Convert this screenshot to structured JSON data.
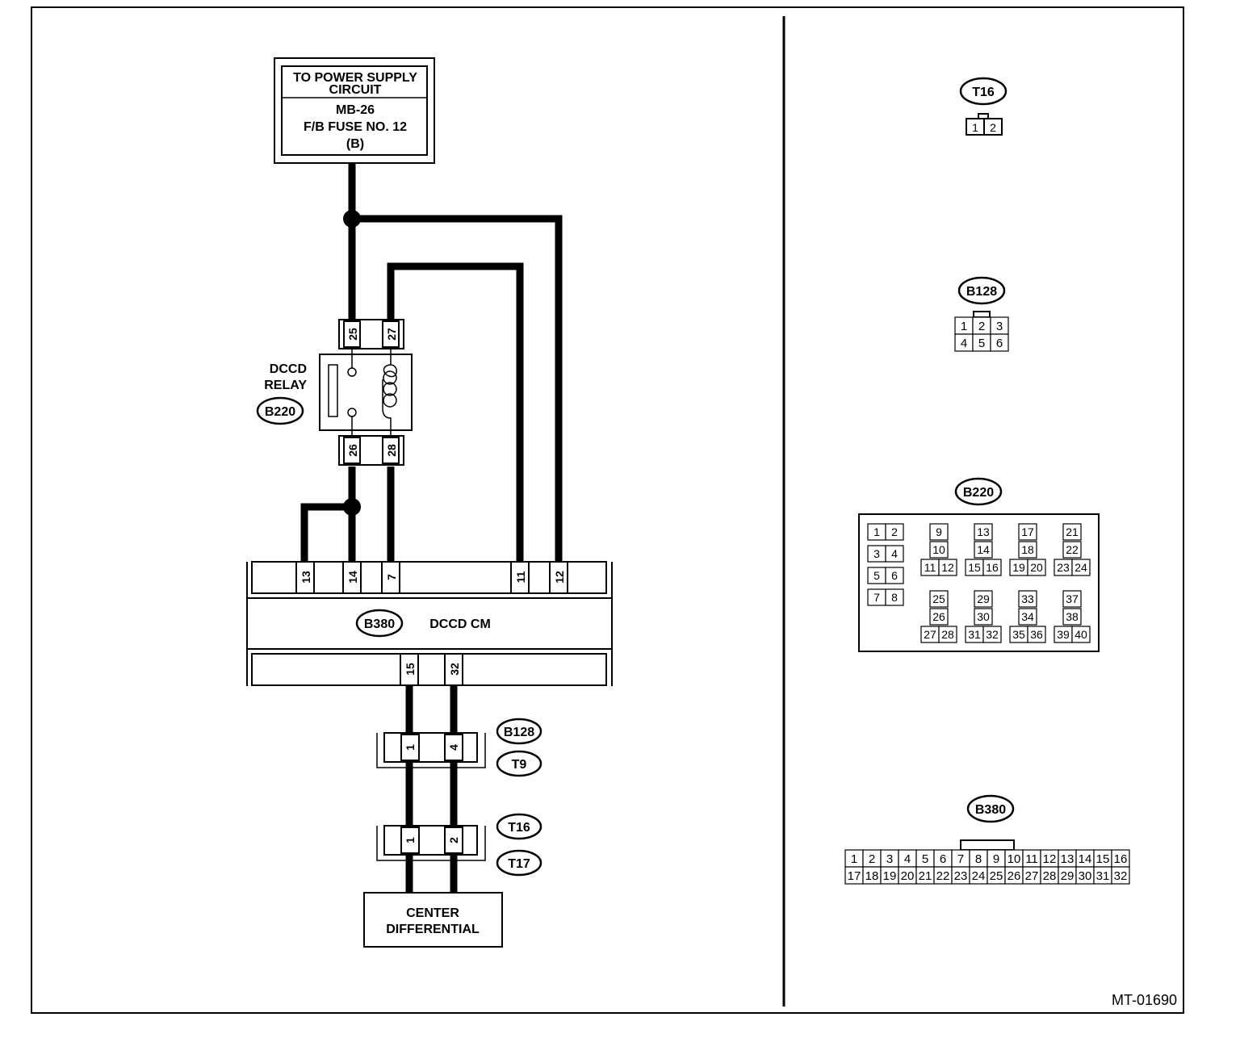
{
  "power_supply": {
    "line1": "TO POWER SUPPLY",
    "line2": "CIRCUIT",
    "line3": "MB-26",
    "line4": "F/B FUSE NO. 12",
    "line5": "(B)"
  },
  "relay": {
    "label1": "DCCD",
    "label2": "RELAY",
    "connector": "B220",
    "top_pins": [
      "25",
      "27"
    ],
    "bottom_pins": [
      "26",
      "28"
    ]
  },
  "control_module": {
    "connector": "B380",
    "label": "DCCD CM",
    "top_pins": [
      "13",
      "14",
      "7",
      "11",
      "12"
    ],
    "bottom_pins": [
      "15",
      "32"
    ]
  },
  "joint1": {
    "connector_a": "B128",
    "connector_b": "T9",
    "pins": [
      "1",
      "4"
    ]
  },
  "joint2": {
    "connector_a": "T16",
    "connector_b": "T17",
    "pins": [
      "1",
      "2"
    ]
  },
  "center_diff": {
    "line1": "CENTER",
    "line2": "DIFFERENTIAL"
  },
  "connector_views": {
    "t16": {
      "name": "T16",
      "pins": [
        "1",
        "2"
      ]
    },
    "b128": {
      "name": "B128",
      "pins": [
        "1",
        "2",
        "3",
        "4",
        "5",
        "6"
      ]
    },
    "b220": {
      "name": "B220",
      "pins": [
        "1",
        "2",
        "3",
        "4",
        "5",
        "6",
        "7",
        "8",
        "9",
        "10",
        "11",
        "12",
        "13",
        "14",
        "15",
        "16",
        "17",
        "18",
        "19",
        "20",
        "21",
        "22",
        "23",
        "24",
        "25",
        "26",
        "27",
        "28",
        "29",
        "30",
        "31",
        "32",
        "33",
        "34",
        "35",
        "36",
        "37",
        "38",
        "39",
        "40"
      ]
    },
    "b380": {
      "name": "B380",
      "pins": [
        "1",
        "2",
        "3",
        "4",
        "5",
        "6",
        "7",
        "8",
        "9",
        "10",
        "11",
        "12",
        "13",
        "14",
        "15",
        "16",
        "17",
        "18",
        "19",
        "20",
        "21",
        "22",
        "23",
        "24",
        "25",
        "26",
        "27",
        "28",
        "29",
        "30",
        "31",
        "32"
      ]
    }
  },
  "figure_code": "MT-01690"
}
